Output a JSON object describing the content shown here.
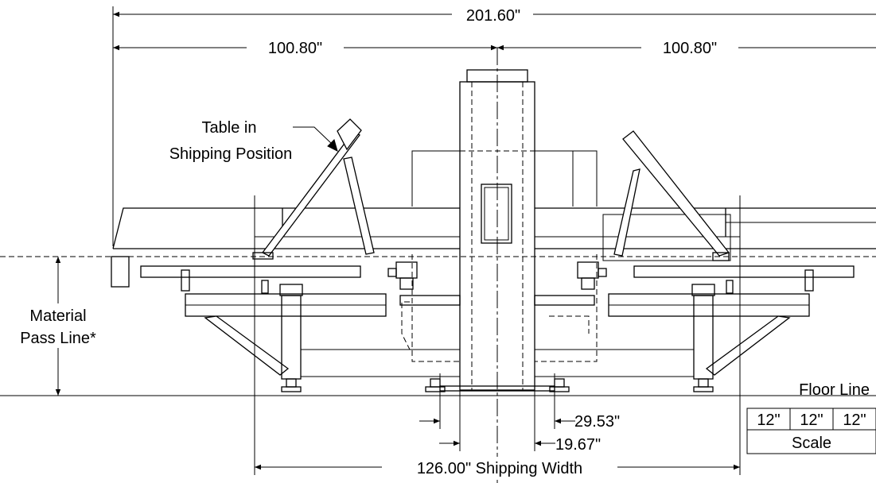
{
  "dimensions": {
    "overall_width": "201.60\"",
    "left_half": "100.80\"",
    "right_half": "100.80\"",
    "offset_outer": "29.53\"",
    "offset_inner": "19.67\"",
    "shipping_width": "126.00\" Shipping Width"
  },
  "labels": {
    "table_line1": "Table in",
    "table_line2": "Shipping Position",
    "pass_line1": "Material",
    "pass_line2": "Pass Line*",
    "floor_line": "Floor Line"
  },
  "scale": {
    "segments": [
      "12\"",
      "12\"",
      "12\""
    ],
    "caption": "Scale"
  }
}
